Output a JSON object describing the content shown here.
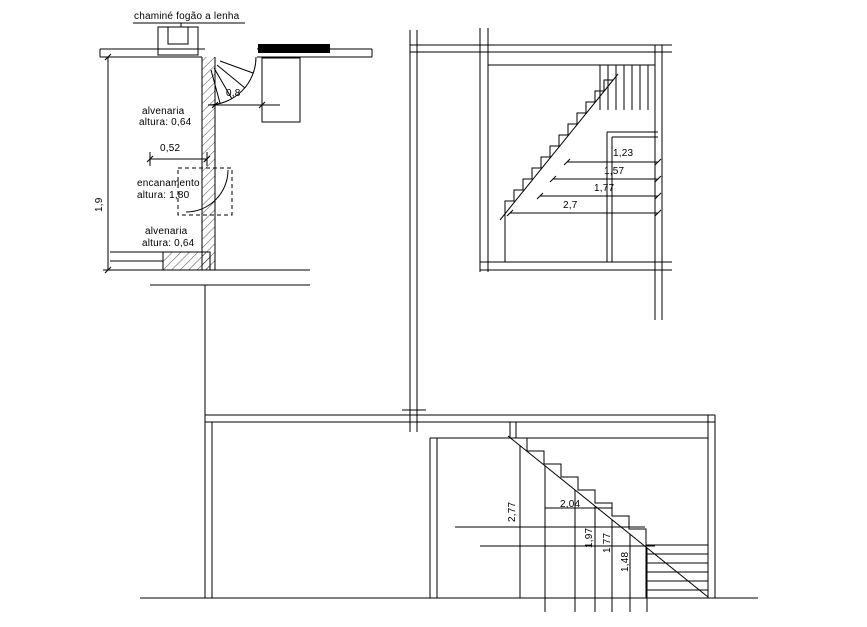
{
  "colors": {
    "line": "#000000",
    "background": "#ffffff"
  },
  "plan_view": {
    "title": "chaminé fogão a lenha",
    "masonry_top": {
      "line1": "alvenaria",
      "line2": "altura: 0,64"
    },
    "piping": {
      "line1": "encanamento",
      "line2": "altura: 1,80"
    },
    "masonry_bottom": {
      "line1": "alvenaria",
      "line2": "altura: 0,64"
    },
    "dims": {
      "stove_width": "0,8",
      "flue_width": "0,52",
      "total_height": "1,9"
    }
  },
  "upper_section": {
    "dims": {
      "d1": "1,23",
      "d2": "1,57",
      "d3": "1,77",
      "d4": "2,7"
    }
  },
  "lower_section": {
    "dims": {
      "ceiling_height": "2,77",
      "mid": "2,04",
      "h1": "1,97",
      "h2": "1,77",
      "h3": "1,48"
    }
  }
}
